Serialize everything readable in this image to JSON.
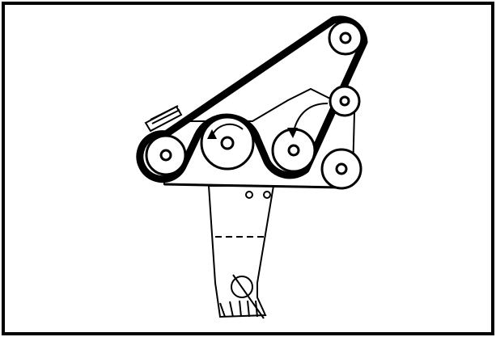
{
  "figure": {
    "type": "belt-routing-diagram",
    "colors": {
      "ink": "#000000",
      "paper": "#ffffff"
    },
    "pulleys": [
      {
        "name": "left-idler-pulley"
      },
      {
        "name": "center-pulley"
      },
      {
        "name": "right-lower-pulley"
      },
      {
        "name": "top-right-pulley"
      },
      {
        "name": "right-small-pulley"
      },
      {
        "name": "far-right-pulley"
      }
    ],
    "rotation_arrows": [
      {
        "name": "center-rotation-arrow-icon",
        "direction": "counterclockwise"
      },
      {
        "name": "right-rotation-arrow-icon",
        "direction": "counterclockwise"
      }
    ]
  }
}
